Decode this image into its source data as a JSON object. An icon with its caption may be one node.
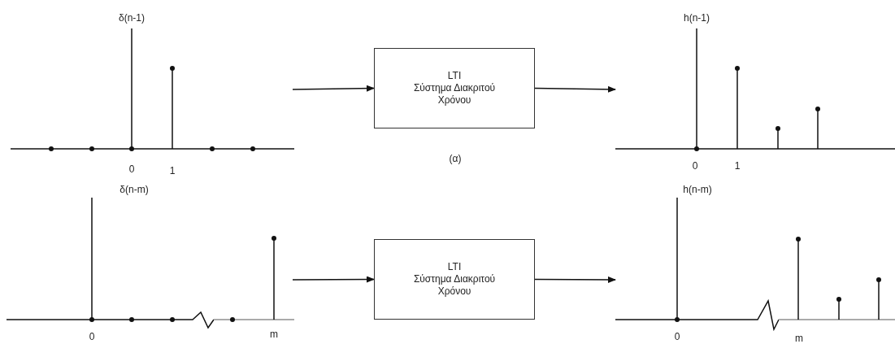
{
  "diagram": {
    "nodes": [
      {
        "text": [
          "LTI",
          "Σύστημα Διακριτού Χρόνου"
        ]
      },
      {
        "text": [
          "LTI",
          "Σύστημα Διακριτού Χρόνου"
        ]
      }
    ],
    "edges": [
      {
        "from": null,
        "to": 0,
        "arrow": "to"
      },
      {
        "from": 0,
        "to": null,
        "arrow": "to"
      },
      {
        "from": null,
        "to": 1,
        "arrow": "to"
      },
      {
        "from": 1,
        "to": null,
        "arrow": "to"
      }
    ],
    "labels": [
      "δ(n-1)",
      "0",
      "1",
      "(α)",
      "h(n-1)",
      "0",
      "1",
      "δ(n-m)",
      "0",
      "m",
      "h(n-m)",
      "0",
      "m"
    ]
  }
}
